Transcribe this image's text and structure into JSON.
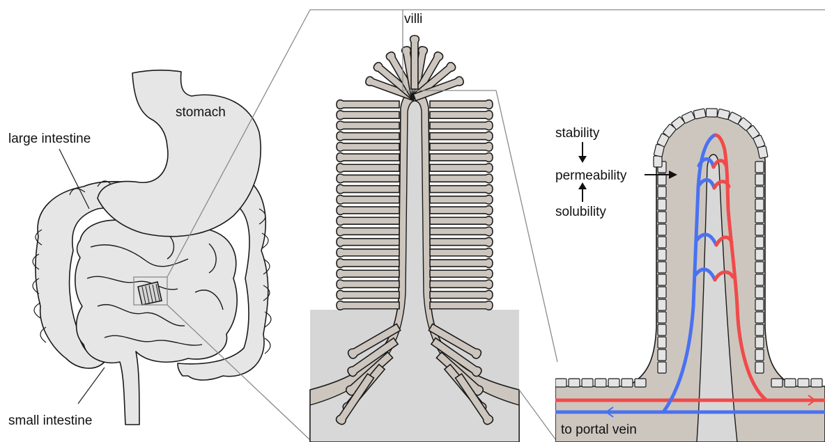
{
  "labels": {
    "villi": "villi",
    "stomach": "stomach",
    "large_intestine": "large intestine",
    "small_intestine": "small intestine",
    "stability": "stability",
    "permeability": "permeability",
    "solubility": "solubility",
    "portal_vein": "to portal vein"
  },
  "colors": {
    "artery": "#f04a4a",
    "vein": "#4a72f0",
    "tissue": "#cdc6bf",
    "organ": "#e6e6e6",
    "outline": "#1a1a1a",
    "zoom_line": "#8a8a8a"
  }
}
